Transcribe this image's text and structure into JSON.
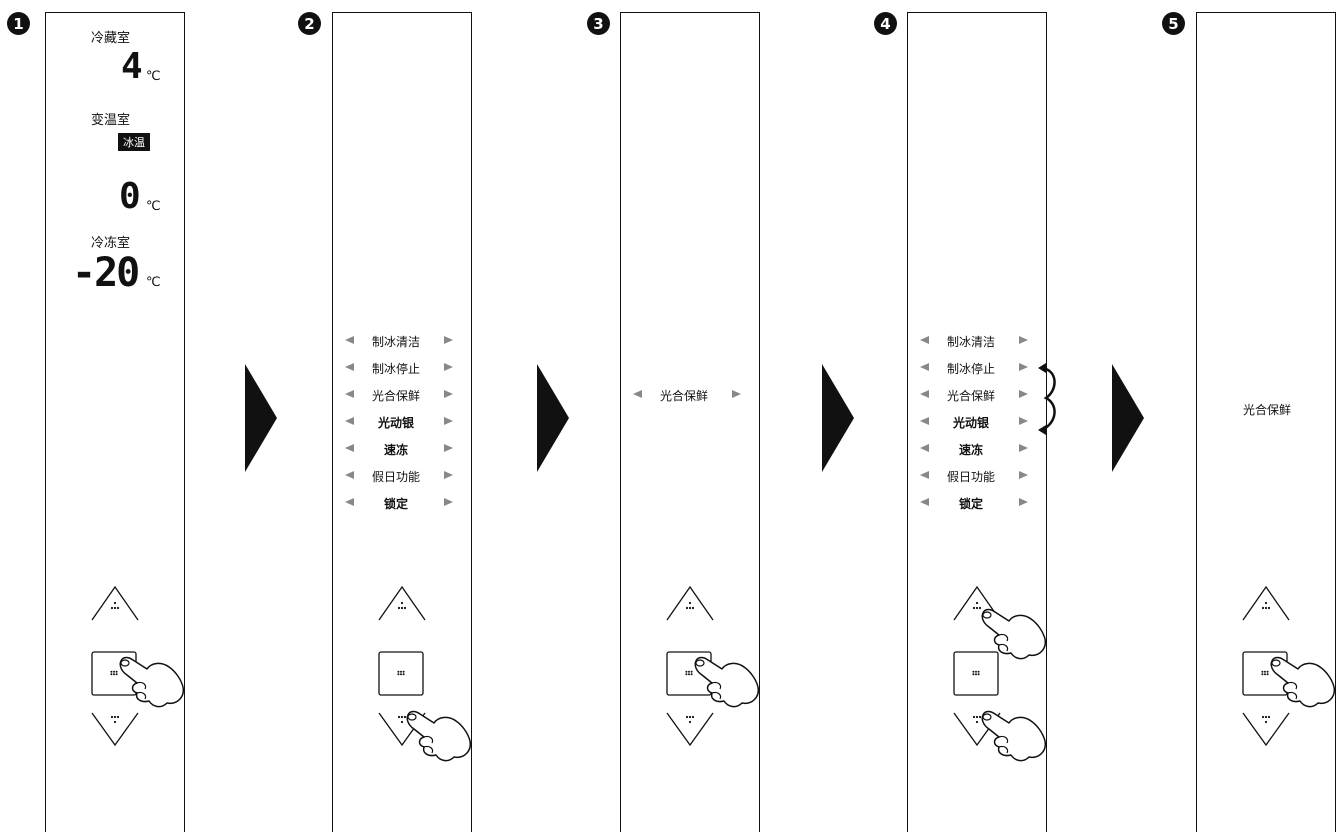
{
  "steps": [
    {
      "number": "1"
    },
    {
      "number": "2"
    },
    {
      "number": "3"
    },
    {
      "number": "4"
    },
    {
      "number": "5"
    }
  ],
  "panel1": {
    "fridge_label": "冷藏室",
    "fridge_temp": "4",
    "variable_label": "变温室",
    "variable_mode": "冰温",
    "variable_temp": "0",
    "freezer_label": "冷冻室",
    "freezer_temp": "-20",
    "unit": "℃"
  },
  "menu_items": [
    {
      "label": "制冰清洁",
      "bold": false
    },
    {
      "label": "制冰停止",
      "bold": false
    },
    {
      "label": "光合保鲜",
      "bold": false
    },
    {
      "label": "光动银",
      "bold": true
    },
    {
      "label": "速冻",
      "bold": true
    },
    {
      "label": "假日功能",
      "bold": false
    },
    {
      "label": "锁定",
      "bold": true
    }
  ],
  "panel3": {
    "selected": "光合保鲜"
  },
  "panel5": {
    "confirmed": "光合保鲜"
  },
  "colors": {
    "ink": "#111111",
    "arrow_gray": "#888888"
  }
}
